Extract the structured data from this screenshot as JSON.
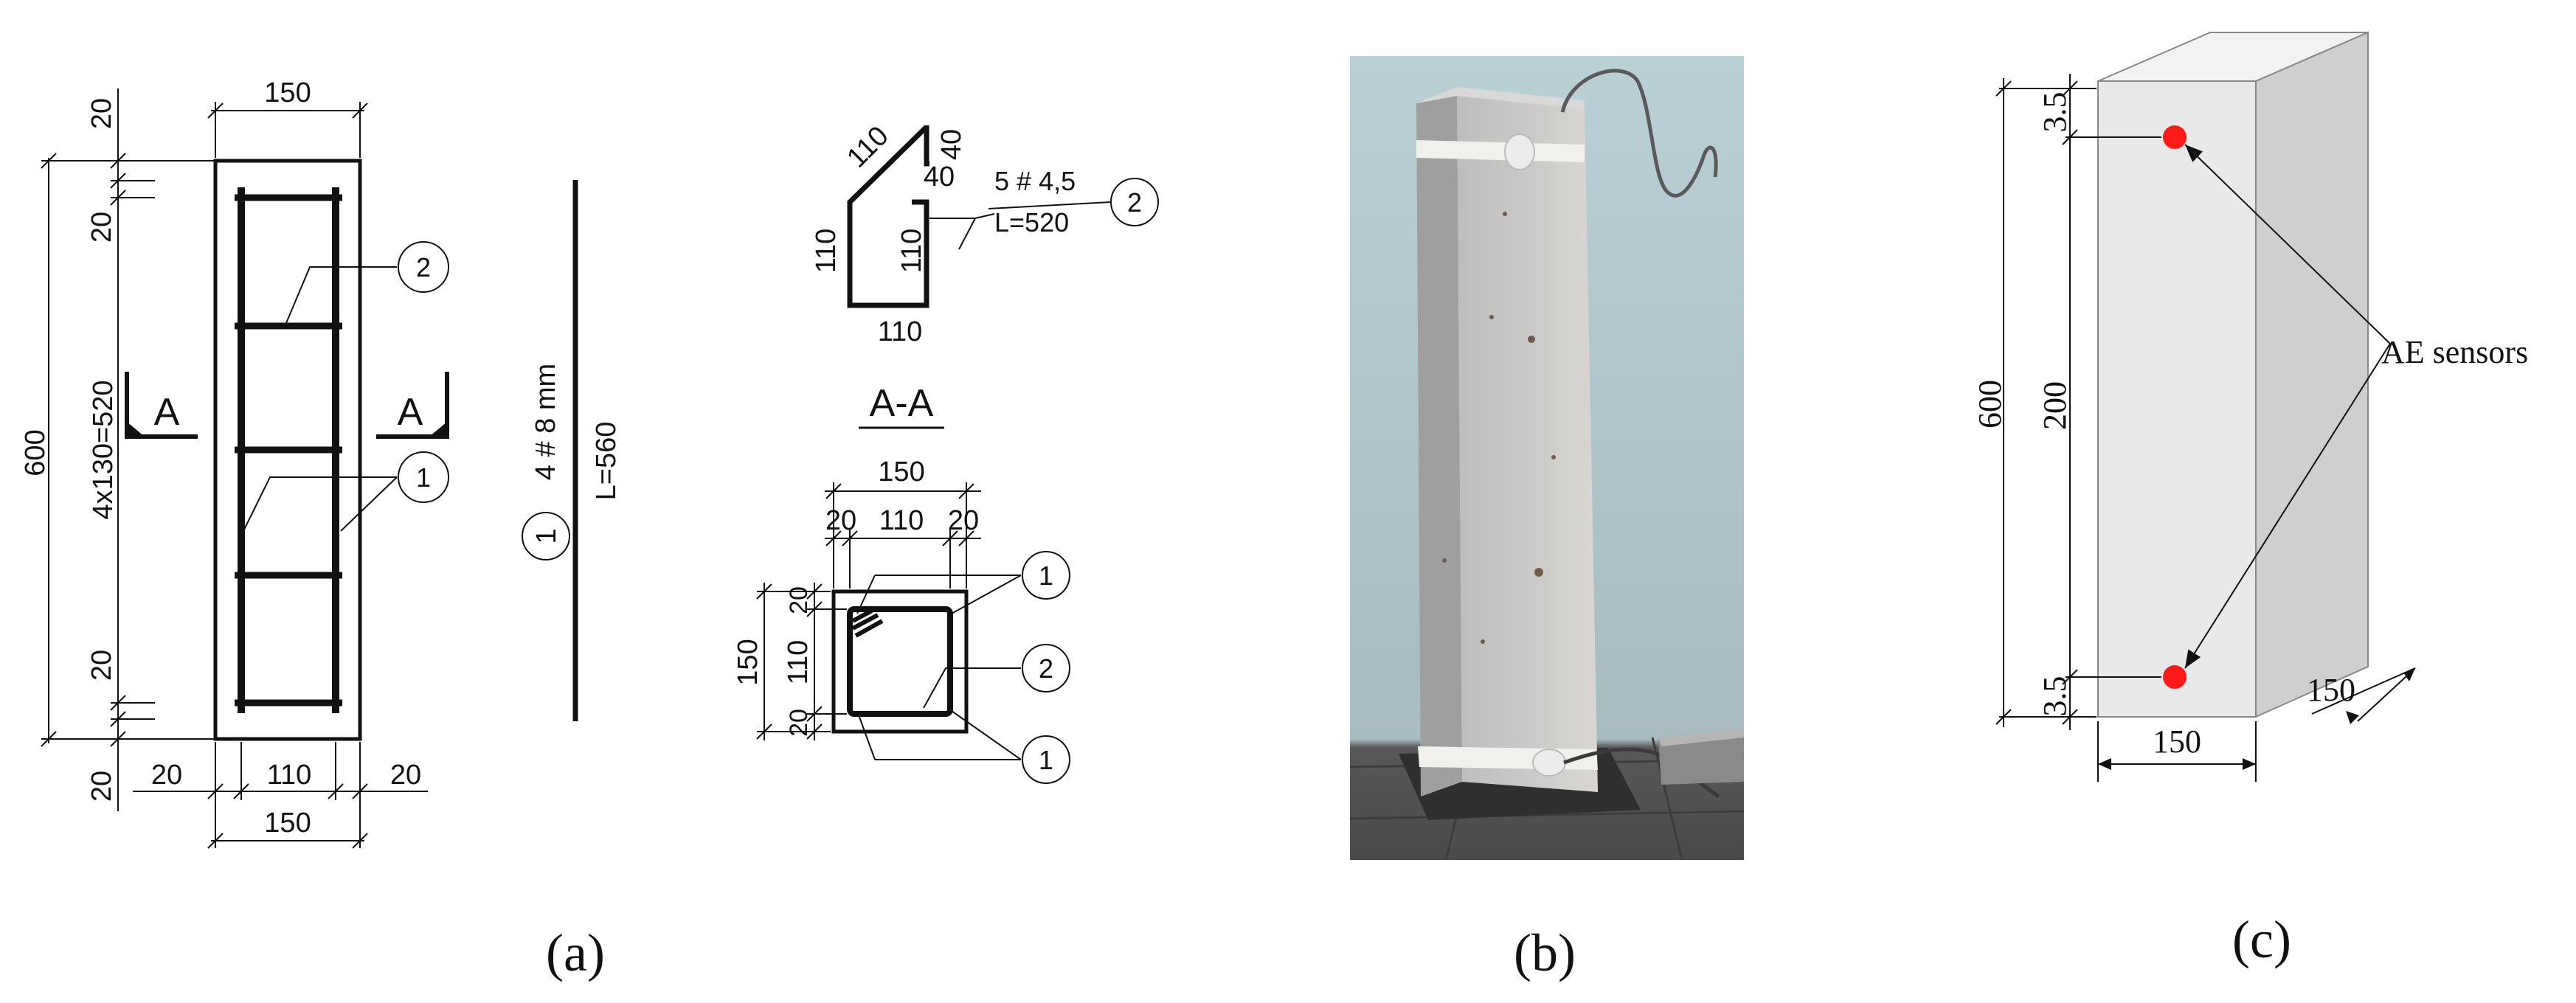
{
  "panels": {
    "a": {
      "caption": "(a)",
      "elevation": {
        "width_top": "150",
        "width_bottom": "150",
        "cover_left": "20",
        "core": "110",
        "cover_right": "20",
        "height_total": "600",
        "spacing": "4x130=520",
        "end_top_1": "20",
        "end_top_2": "20",
        "end_bot_1": "20",
        "end_bot_2": "20",
        "section_mark_left": "A",
        "section_mark_right": "A",
        "callout_stirrup": "2",
        "callout_bar": "1"
      },
      "bar": {
        "callout": "1",
        "spec": "4 # 8 mm",
        "length": "L=560"
      },
      "stirrup": {
        "slope": "110",
        "hook": "40",
        "hook2": "40",
        "left": "110",
        "right": "110",
        "bottom": "110",
        "spec": "5 # 4,5",
        "length": "L=520",
        "callout": "2"
      },
      "section": {
        "title": "A-A",
        "width": "150",
        "c1": "20",
        "c2": "110",
        "c3": "20",
        "height": "150",
        "v1": "20",
        "v2": "110",
        "v3": "20",
        "callout_top": "1",
        "callout_mid": "2",
        "callout_bot": "1"
      }
    },
    "b": {
      "caption": "(b)"
    },
    "c": {
      "caption": "(c)",
      "height_total": "600",
      "top_offset": "3.5",
      "sensor_spacing": "200",
      "bottom_offset": "3.5",
      "width": "150",
      "depth": "150",
      "sensor_label": "AE sensors",
      "colors": {
        "sensor": "#ff1a1a",
        "front_face": "#e9e9e9",
        "side_face": "#cfcfcf",
        "top_face": "#f2f2f2"
      }
    }
  }
}
